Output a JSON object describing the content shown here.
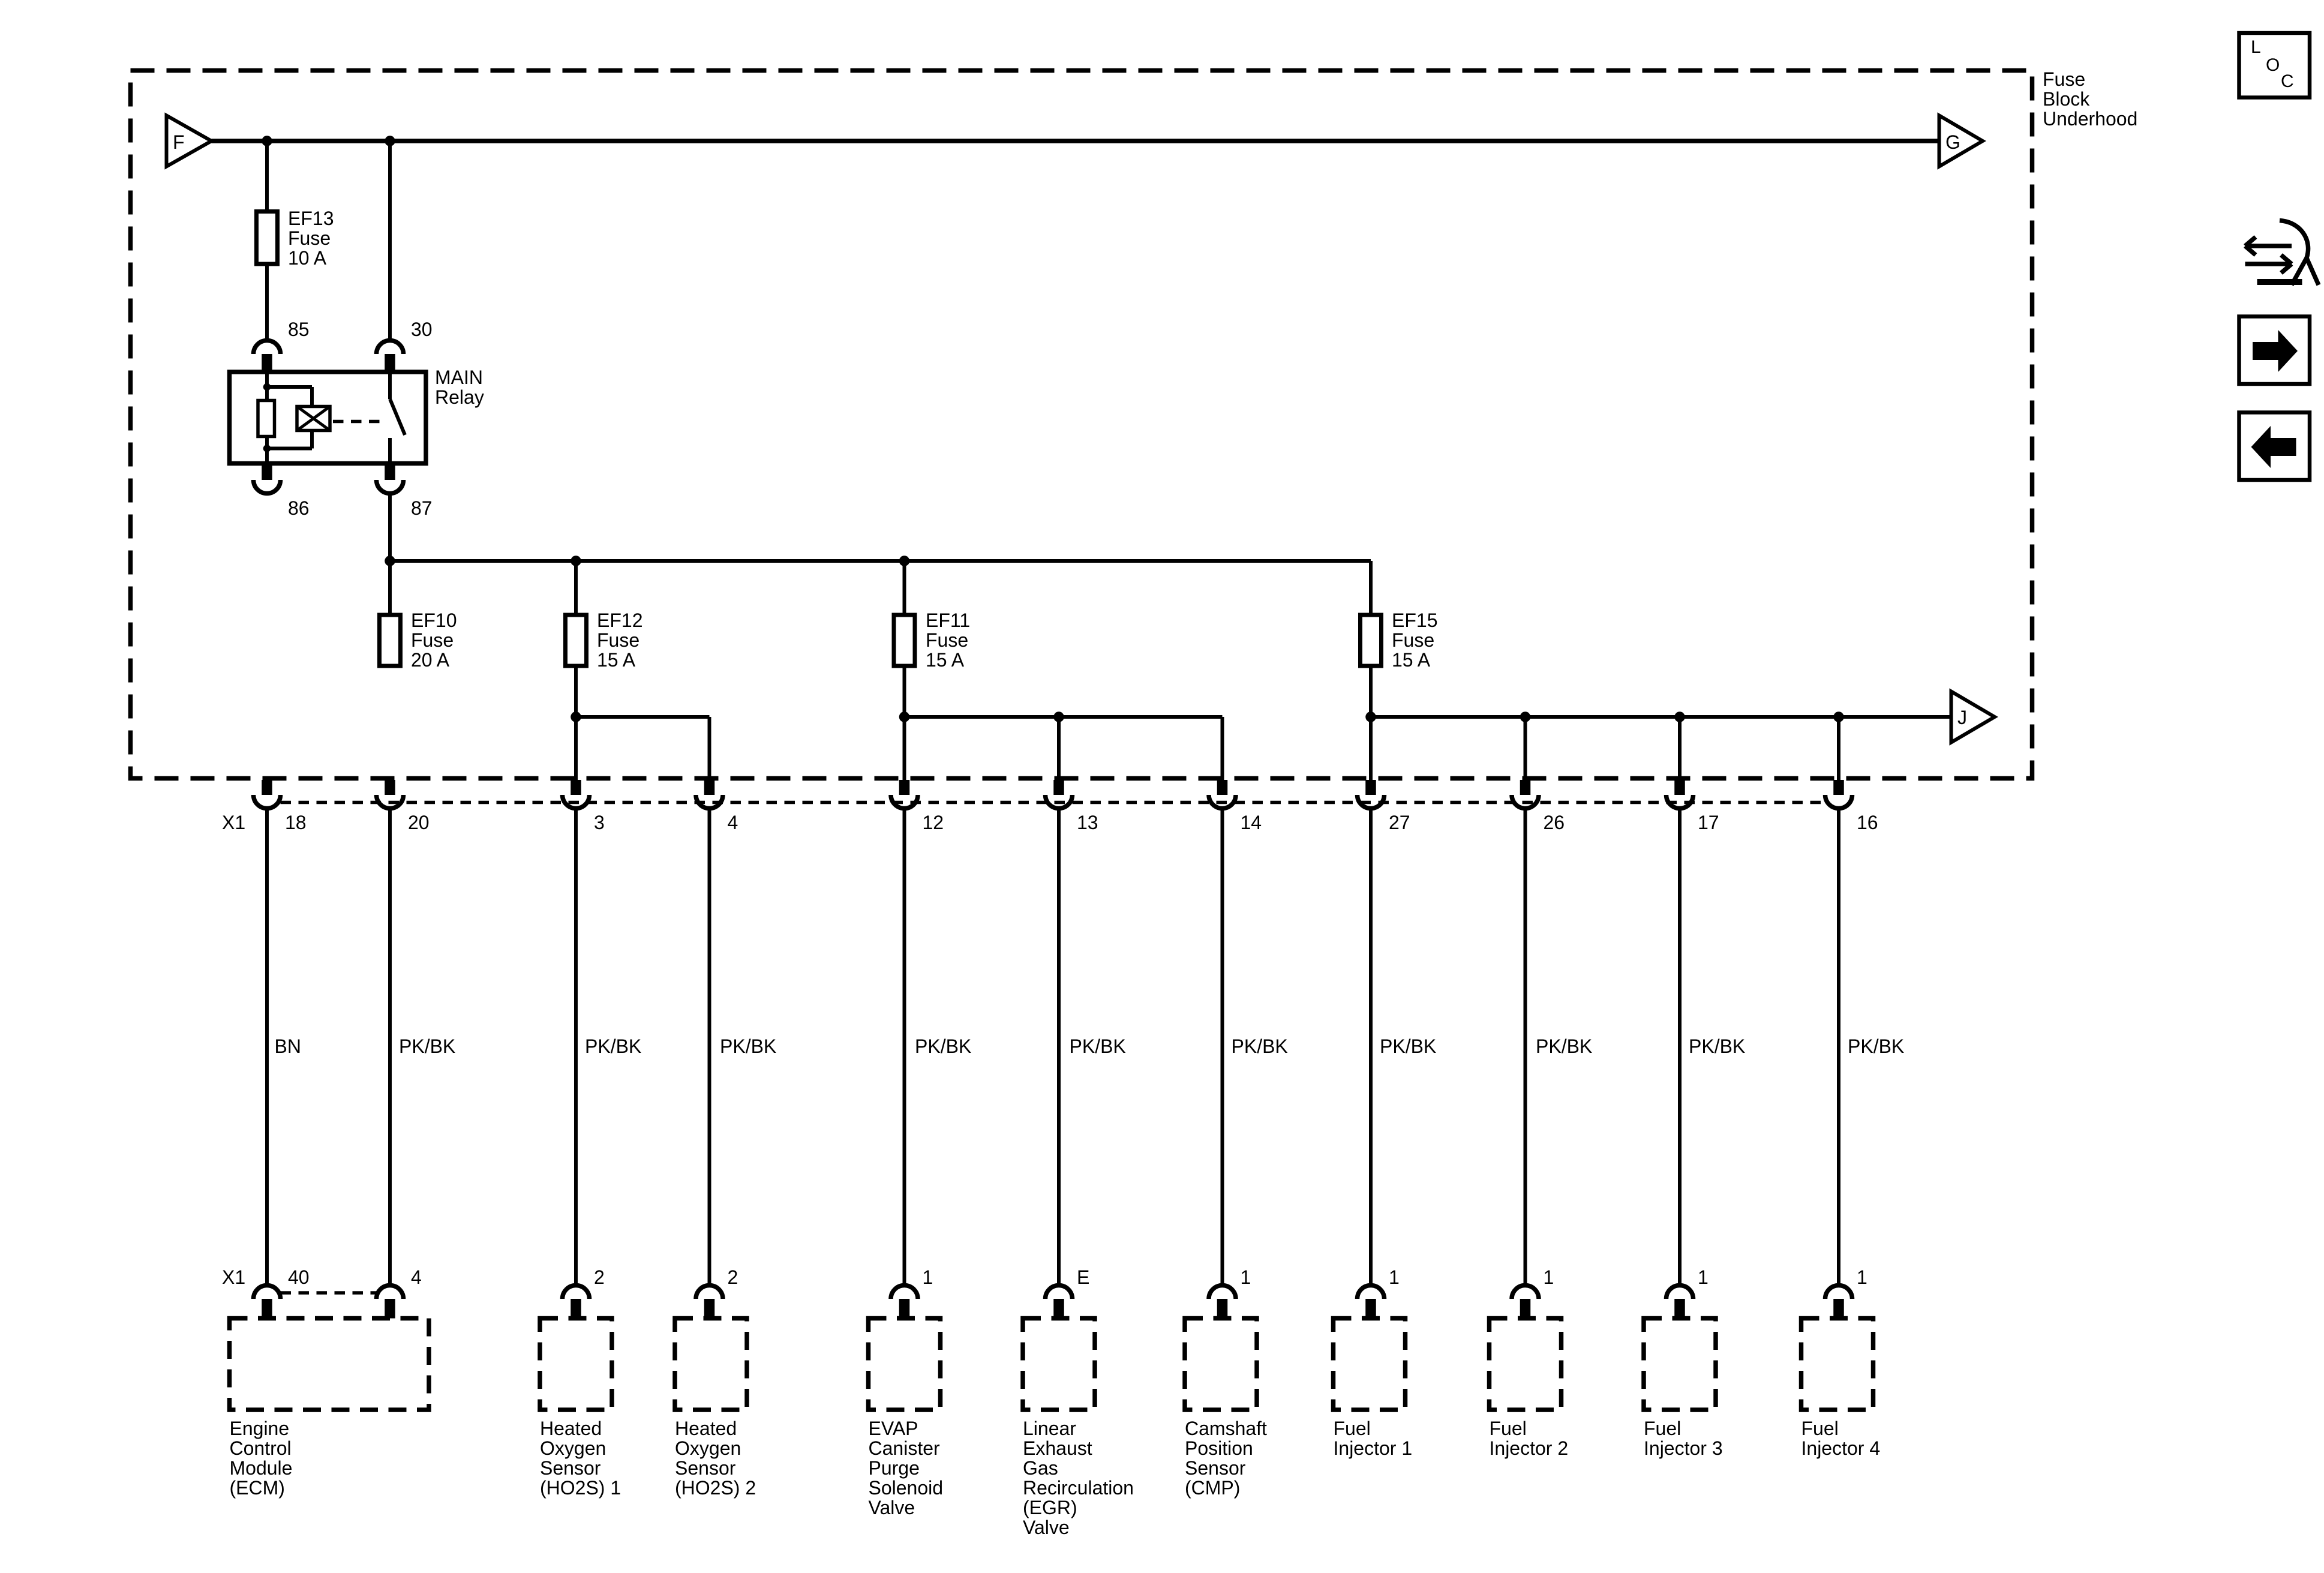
{
  "fuse_block": {
    "lines": [
      "Fuse",
      "Block",
      "Underhood"
    ]
  },
  "connectors_offpage": {
    "F": "F",
    "G": "G",
    "J": "J"
  },
  "nav": {
    "loc_l": "L",
    "loc_o": "O",
    "loc_c": "C"
  },
  "relay": {
    "lines": [
      "MAIN",
      "Relay"
    ],
    "pins": {
      "p85": "85",
      "p30": "30",
      "p86": "86",
      "p87": "87"
    }
  },
  "fuses": [
    {
      "id": "EF13",
      "lines": [
        "EF13",
        "Fuse",
        "10 A"
      ]
    },
    {
      "id": "EF10",
      "lines": [
        "EF10",
        "Fuse",
        "20 A"
      ]
    },
    {
      "id": "EF12",
      "lines": [
        "EF12",
        "Fuse",
        "15 A"
      ]
    },
    {
      "id": "EF11",
      "lines": [
        "EF11",
        "Fuse",
        "15 A"
      ]
    },
    {
      "id": "EF15",
      "lines": [
        "EF15",
        "Fuse",
        "15 A"
      ]
    }
  ],
  "block_connector": {
    "name": "X1",
    "pins": [
      "18",
      "20",
      "3",
      "4",
      "12",
      "13",
      "14",
      "27",
      "26",
      "17",
      "16"
    ]
  },
  "wire_colors": [
    "BN",
    "PK/BK",
    "PK/BK",
    "PK/BK",
    "PK/BK",
    "PK/BK",
    "PK/BK",
    "PK/BK",
    "PK/BK",
    "PK/BK",
    "PK/BK"
  ],
  "ecm_connector": {
    "name": "X1",
    "pins": [
      "40",
      "4"
    ]
  },
  "component_pins": [
    "2",
    "2",
    "1",
    "E",
    "1",
    "1",
    "1",
    "1",
    "1"
  ],
  "components": [
    {
      "lines": [
        "Engine",
        "Control",
        "Module",
        "(ECM)"
      ]
    },
    {
      "lines": [
        "Heated",
        "Oxygen",
        "Sensor",
        "(HO2S) 1"
      ]
    },
    {
      "lines": [
        "Heated",
        "Oxygen",
        "Sensor",
        "(HO2S) 2"
      ]
    },
    {
      "lines": [
        "EVAP",
        "Canister",
        "Purge",
        "Solenoid",
        "Valve"
      ]
    },
    {
      "lines": [
        "Linear",
        "Exhaust",
        "Gas",
        "Recirculation",
        "(EGR)",
        "Valve"
      ]
    },
    {
      "lines": [
        "Camshaft",
        "Position",
        "Sensor",
        "(CMP)"
      ]
    },
    {
      "lines": [
        "Fuel",
        "Injector 1"
      ]
    },
    {
      "lines": [
        "Fuel",
        "Injector 2"
      ]
    },
    {
      "lines": [
        "Fuel",
        "Injector 3"
      ]
    },
    {
      "lines": [
        "Fuel",
        "Injector 4"
      ]
    }
  ]
}
